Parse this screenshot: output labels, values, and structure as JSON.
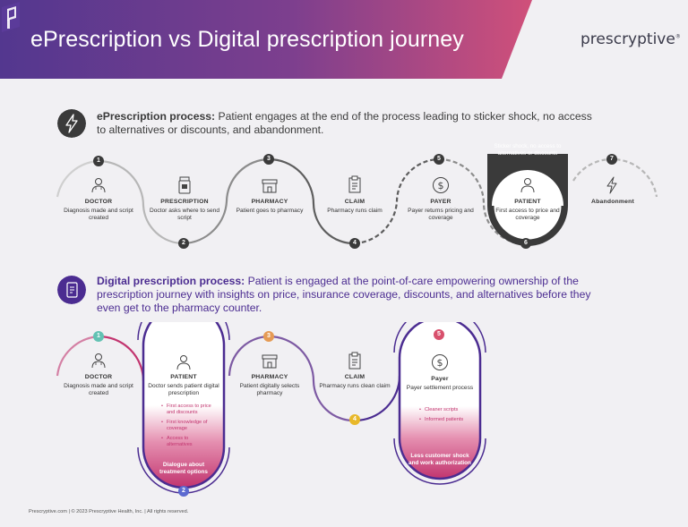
{
  "header": {
    "title": "ePrescription vs Digital prescription journey",
    "logo_text": "prescryptive",
    "logo_tm": "®"
  },
  "colors": {
    "purple": "#4b2c91",
    "magenta": "#c2356f",
    "dark": "#3a3a3a",
    "gray": "#a6a6a6",
    "gold": "#e8b829",
    "orange": "#e59a54",
    "teal": "#62c2b3"
  },
  "section1": {
    "icon": "lightning-icon",
    "heading_bold": "ePrescription process:",
    "heading_rest": " Patient engages at the end of the process leading to sticker shock, no access to alternatives or discounts, and abandonment.",
    "steps": [
      {
        "num": "1",
        "icon": "doctor-icon",
        "title": "DOCTOR",
        "text": "Diagnosis made and script created"
      },
      {
        "num": "2",
        "icon": "pill-bottle-icon",
        "title": "PRESCRIPTION",
        "text": "Doctor asks where to send script"
      },
      {
        "num": "3",
        "icon": "pharmacy-icon",
        "title": "PHARMACY",
        "text": "Patient goes to pharmacy"
      },
      {
        "num": "4",
        "icon": "clipboard-icon",
        "title": "CLAIM",
        "text": "Pharmacy runs claim"
      },
      {
        "num": "5",
        "icon": "dollar-icon",
        "title": "PAYER",
        "text": "Payer returns pricing and coverage"
      },
      {
        "num": "6",
        "icon": "patient-icon",
        "title": "PATIENT",
        "text": "First access to price and coverage"
      },
      {
        "num": "7",
        "icon": "lightning-icon",
        "title": "Abandonment",
        "text": ""
      }
    ],
    "note": "Sticker shock, no access to alternatives or discounts"
  },
  "section2": {
    "icon": "digital-prescription-icon",
    "heading_bold": "Digital prescription process:",
    "heading_rest": " Patient is engaged at the point-of-care empowering ownership of the prescription journey with insights on price, insurance coverage, discounts, and alternatives before they even get to the pharmacy counter.",
    "steps": [
      {
        "num": "1",
        "icon": "doctor-icon",
        "title": "DOCTOR",
        "text": "Diagnosis made and script created"
      },
      {
        "num": "2",
        "icon": "patient-icon",
        "title": "PATIENT",
        "text": "Doctor sends patient digital prescription",
        "bullets": [
          "First access to price and discounts",
          "First knowledge of coverage",
          "Access to alternatives"
        ],
        "note": "Dialogue about treatment options"
      },
      {
        "num": "3",
        "icon": "pharmacy-icon",
        "title": "PHARMACY",
        "text": "Patient digitally selects pharmacy"
      },
      {
        "num": "4",
        "icon": "clipboard-icon",
        "title": "CLAIM",
        "text": "Pharmacy runs clean claim"
      },
      {
        "num": "5",
        "icon": "dollar-icon",
        "title": "Payer",
        "text": "Payer settlement process",
        "bullets": [
          "Cleaner scripts",
          "Informed patients"
        ],
        "note": "Less customer shock and work authorization"
      }
    ]
  },
  "footer": {
    "text": "Prescryptive.com  |  © 2023 Prescryptive Health, Inc.  |  All rights reserved."
  }
}
